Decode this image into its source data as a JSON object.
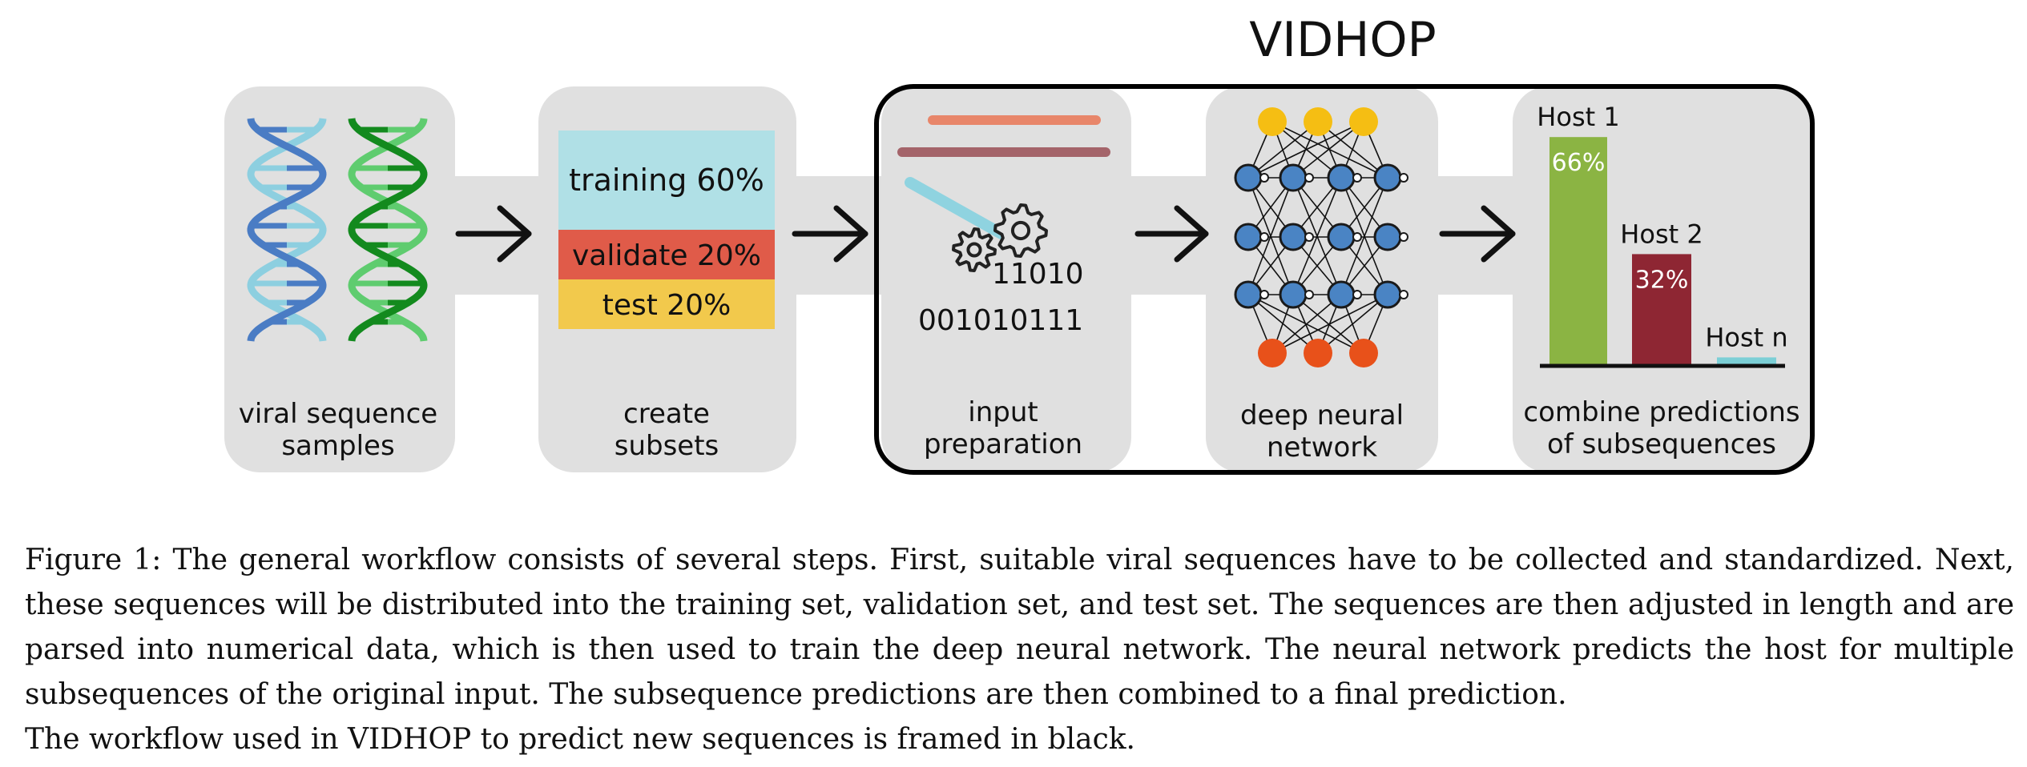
{
  "figure": {
    "title": "VIDHOP",
    "panels": {
      "viral": "viral sequence samples",
      "subsets": "create subsets",
      "input": "input preparation",
      "network": "deep neural network",
      "combine": "combine predictions of subsequences"
    },
    "panel_lines": {
      "viral": [
        "viral sequence",
        "samples"
      ],
      "subsets": [
        "create",
        "subsets"
      ],
      "input": [
        "input",
        "preparation"
      ],
      "network": [
        "deep neural",
        "network"
      ],
      "combine": [
        "combine predictions",
        "of subsequences"
      ]
    },
    "split": [
      {
        "label": "training 60%",
        "fraction": 0.6,
        "color": "#b0e0e6"
      },
      {
        "label": "validate 20%",
        "fraction": 0.2,
        "color": "#e05b49"
      },
      {
        "label": "test 20%",
        "fraction": 0.2,
        "color": "#f2c94c"
      }
    ],
    "binary": [
      "11010",
      "001010111"
    ],
    "hosts": [
      {
        "name": "Host 1",
        "value_label": "66%",
        "value": 66,
        "color": "#8bb443"
      },
      {
        "name": "Host 2",
        "value_label": "32%",
        "value": 32,
        "color": "#8e2633"
      },
      {
        "name": "Host n",
        "value_label": "",
        "value": 2,
        "color": "#7ccfd6"
      }
    ],
    "colors": {
      "panel_bg": "#e0e0e0",
      "dna_blue_dark": "#4a7cc4",
      "dna_blue_light": "#8dcfe0",
      "dna_green_dark": "#138a1e",
      "dna_green_light": "#5fcc6f",
      "neuron_input": "#f5be13",
      "neuron_hidden": "#4a84c4",
      "neuron_output": "#e8511a",
      "line_orange": "#e8866a",
      "line_mauve": "#a4646a",
      "needle": "#8fd3e0"
    }
  },
  "caption": {
    "paragraph": "Figure 1: The general workflow consists of several steps. First, suitable viral sequences have to be collected and standardized. Next, these sequences will be distributed into the training set, validation set, and test set. The sequences are then adjusted in length and are parsed into numerical data, which is then used to train the deep neural network. The neural network predicts the host for multiple subsequences of the original input. The subsequence predictions are then combined to a final prediction.",
    "framed_note": "The workflow used in VIDHOP to predict new sequences is framed in black."
  }
}
